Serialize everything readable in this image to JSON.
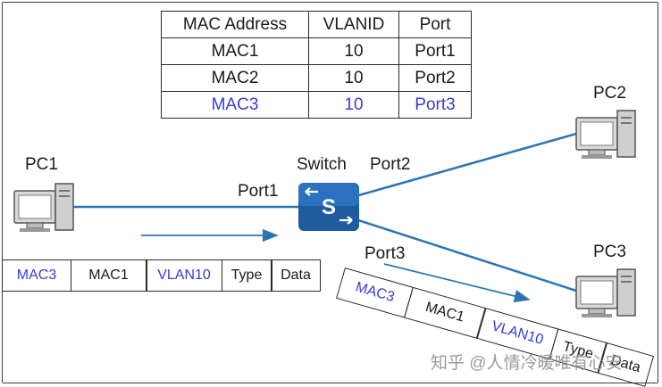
{
  "table": {
    "headers": [
      "MAC Address",
      "VLANID",
      "Port"
    ],
    "rows": [
      [
        "MAC1",
        "10",
        "Port1"
      ],
      [
        "MAC2",
        "10",
        "Port2"
      ],
      [
        "MAC3",
        "10",
        "Port3"
      ]
    ]
  },
  "labels": {
    "pc1": "PC1",
    "pc2": "PC2",
    "pc3": "PC3",
    "switch": "Switch",
    "port1": "Port1",
    "port2": "Port2",
    "port3": "Port3",
    "switch_glyph": "S"
  },
  "frame_in": [
    "MAC3",
    "MAC1",
    "VLAN10",
    "Type",
    "Data"
  ],
  "frame_out": [
    "MAC3",
    "MAC1",
    "VLAN10",
    "Type",
    "Data"
  ],
  "watermark": "知乎 @人情冷暖唯有心安",
  "colors": {
    "link": "#2e74b5",
    "switch": "#1e5c9e",
    "highlight": "#3a3ad8"
  }
}
